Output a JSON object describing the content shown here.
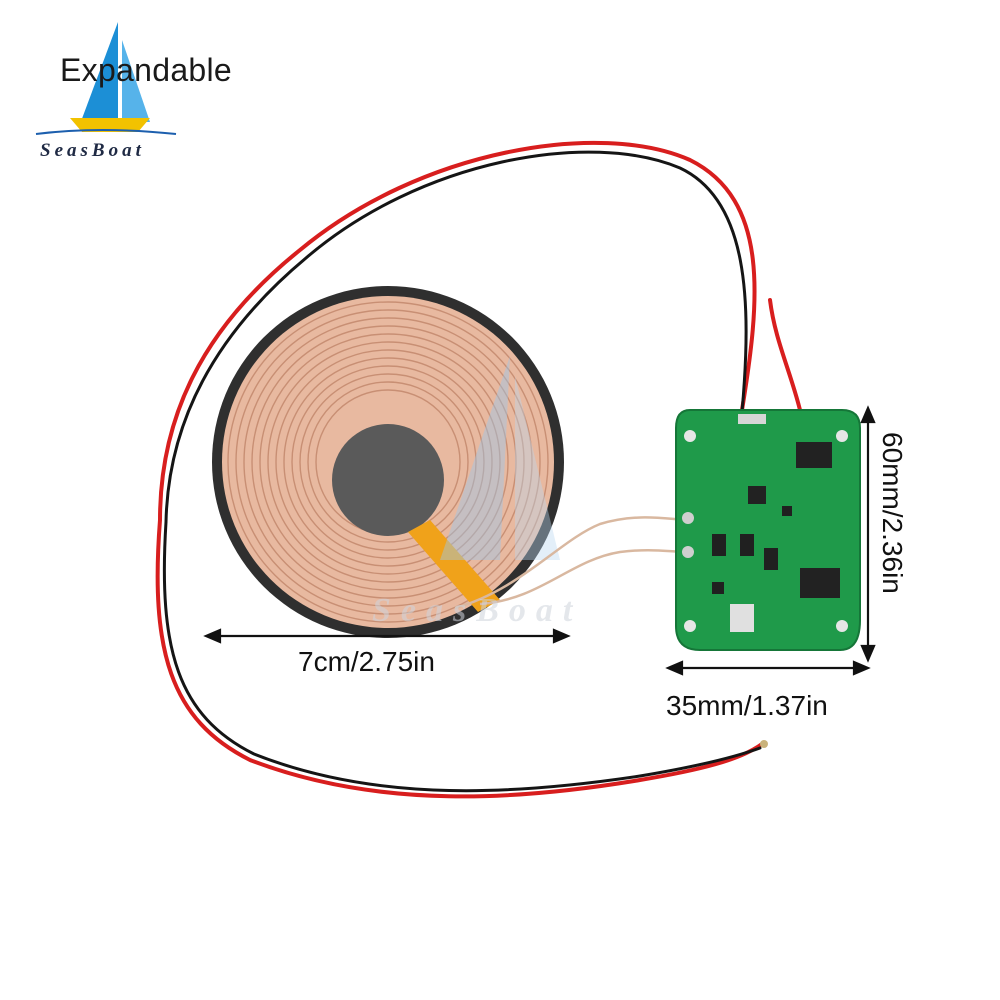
{
  "header": {
    "title": "Expandable",
    "brand": "SeasBoat"
  },
  "watermark": "SeasBoat",
  "dimensions": {
    "coil_width": "7cm/2.75in",
    "pcb_width": "35mm/1.37in",
    "pcb_height": "60mm/2.36in"
  },
  "colors": {
    "background": "#ffffff",
    "pcb_green": "#1f9a4a",
    "wire_red": "#d81e1e",
    "wire_black": "#151515",
    "coil_copper": "#e8b9a0",
    "ferrite": "#5a5a5a",
    "flex_tape": "#f0a21a",
    "logo_blue": "#1c8fd6",
    "logo_yellow": "#f2c200"
  },
  "icons": {
    "logo": "sailboat-logo-icon"
  }
}
